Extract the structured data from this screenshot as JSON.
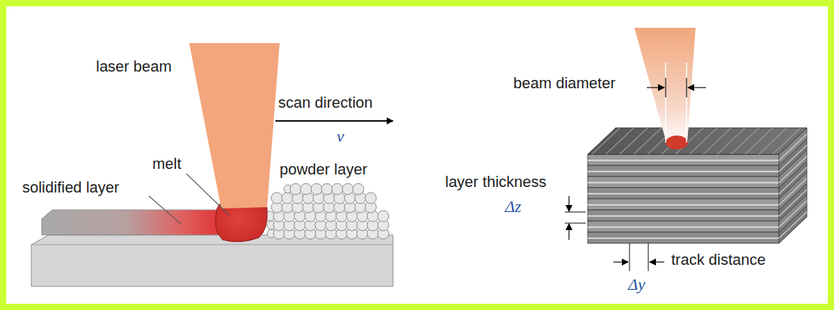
{
  "diagram": {
    "labels": [
      "laser beam",
      "scan direction",
      "v",
      "melt",
      "powder layer",
      "solidified layer",
      "beam diameter",
      "layer thickness",
      "Δz",
      "track distance",
      "Δy"
    ]
  }
}
